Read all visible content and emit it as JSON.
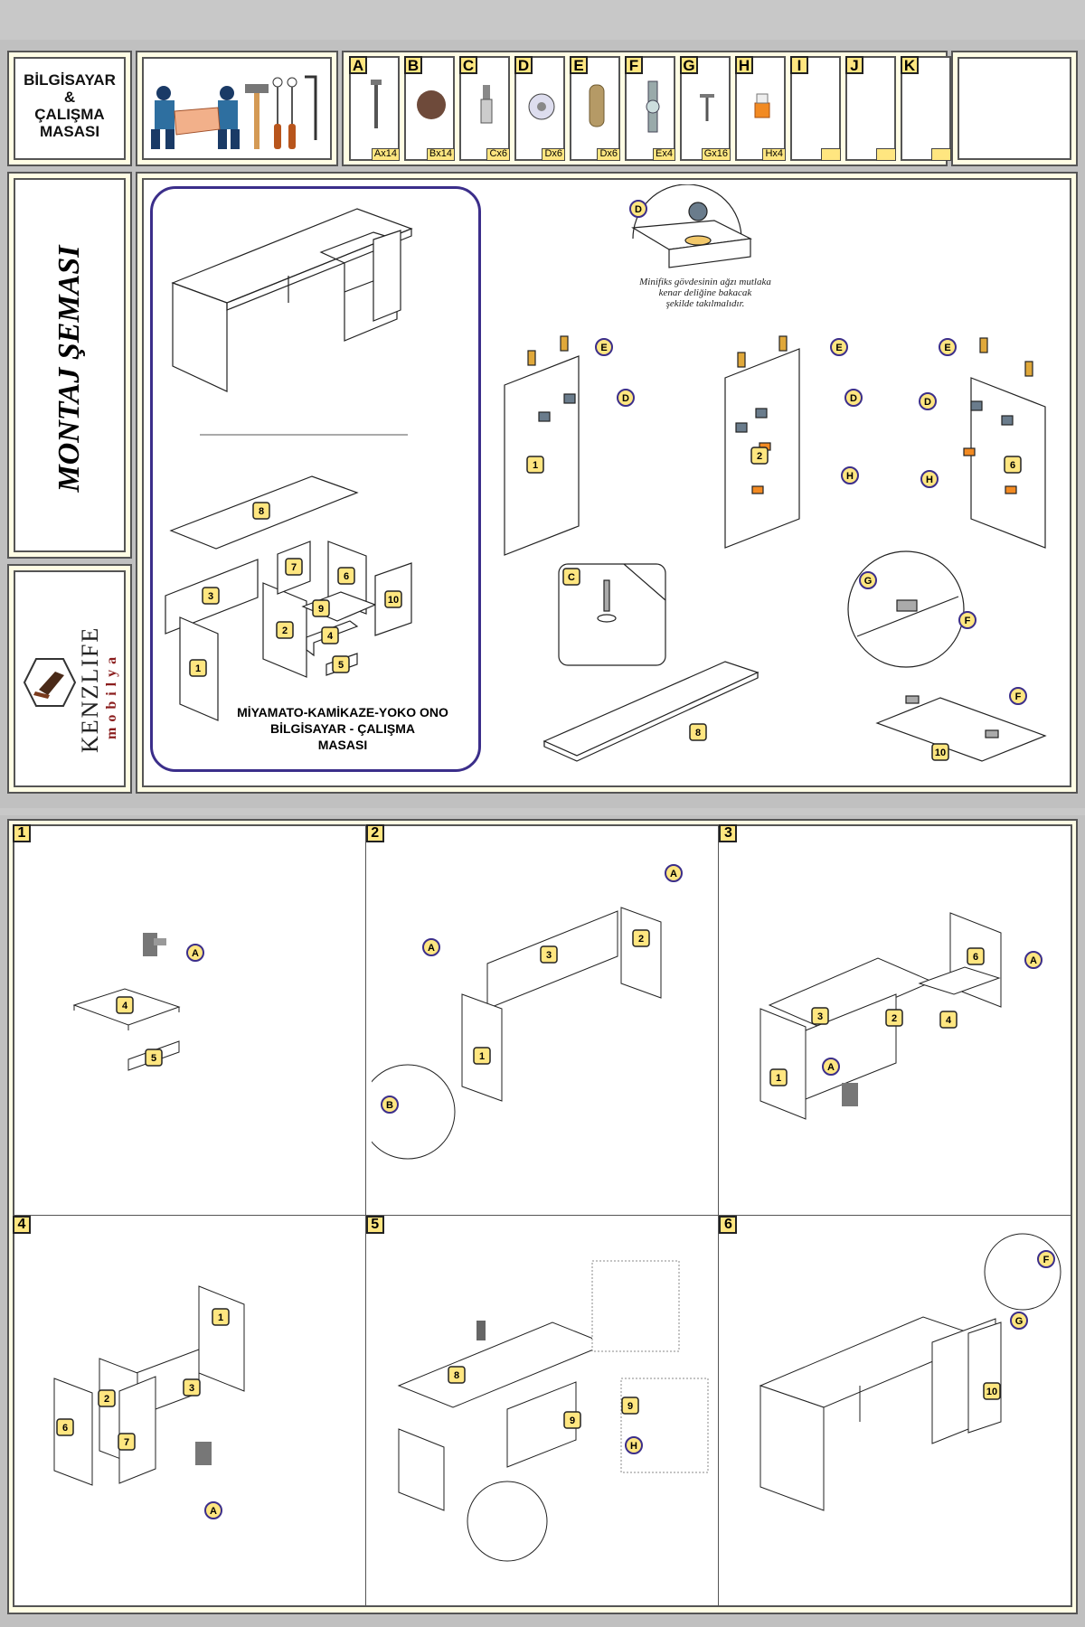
{
  "header": {
    "title_lines": [
      "BİLGİSAYAR",
      "&",
      "ÇALIŞMA",
      "MASASI"
    ]
  },
  "parts": [
    {
      "letter": "A",
      "qty": "Ax14",
      "icon": "long-screw-icon"
    },
    {
      "letter": "B",
      "qty": "Bx14",
      "icon": "cover-cap-icon"
    },
    {
      "letter": "C",
      "qty": "Cx6",
      "icon": "minifix-bolt-icon"
    },
    {
      "letter": "D",
      "qty": "Dx6",
      "icon": "minifix-cam-icon"
    },
    {
      "letter": "E",
      "qty": "Dx6",
      "icon": "wooden-dowel-icon"
    },
    {
      "letter": "F",
      "qty": "Ex4",
      "icon": "hinge-icon"
    },
    {
      "letter": "G",
      "qty": "Gx16",
      "icon": "short-screw-icon"
    },
    {
      "letter": "H",
      "qty": "Hx4",
      "icon": "shelf-pin-icon"
    },
    {
      "letter": "I",
      "qty": "",
      "icon": ""
    },
    {
      "letter": "J",
      "qty": "",
      "icon": ""
    },
    {
      "letter": "K",
      "qty": "",
      "icon": ""
    }
  ],
  "side": {
    "schema_title": "MONTAJ ŞEMASI",
    "brand_name": "KENZLIFE",
    "brand_sub": "mobilya"
  },
  "overview": {
    "model_lines": [
      "MİYAMATO-KAMİKAZE-YOKO ONO",
      "BİLGİSAYAR - ÇALIŞMA",
      "MASASI"
    ],
    "panel_numbers": [
      "8",
      "7",
      "6",
      "3",
      "9",
      "10",
      "2",
      "4",
      "5",
      "1"
    ]
  },
  "notes": {
    "minifix_note": [
      "Minifiks gövdesinin ağzı mutlaka",
      "kenar deliğine bakacak",
      "şekilde takılmalıdır."
    ]
  },
  "callouts": {
    "A": "A",
    "B": "B",
    "C": "C",
    "D": "D",
    "E": "E",
    "F": "F",
    "G": "G",
    "H": "H"
  },
  "steps": [
    {
      "num": "1"
    },
    {
      "num": "2"
    },
    {
      "num": "3"
    },
    {
      "num": "4"
    },
    {
      "num": "5"
    },
    {
      "num": "6"
    }
  ],
  "colors": {
    "frame_bg": "#fffde4",
    "tag_yellow": "#ffe680",
    "callout_purple": "#3b2e8a",
    "overview_border": "#3b2e8a",
    "dowel": "#e0a83a",
    "pin": "#f28a22"
  }
}
